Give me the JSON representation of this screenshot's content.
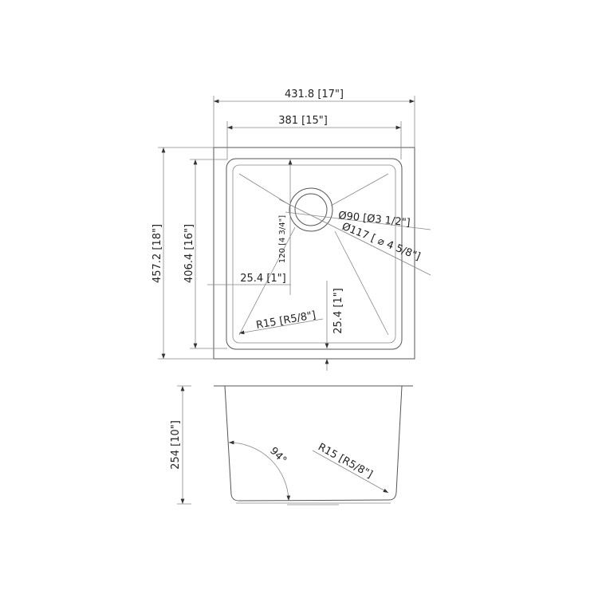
{
  "top_view": {
    "overall_width": "431.8  [17\"]",
    "bowl_width": "381 [15\"]",
    "overall_length": "457.2 [18\"]",
    "bowl_length": "406.4 [16\"]",
    "side_offset": "25.4 [1\"]",
    "drain_offset": "120 [4 3/4\"]",
    "drain_diameter": "Ø90 [Ø3 1/2\"]",
    "flange_diameter": "Ø117 [ ⌀ 4 5/8\"]",
    "corner_radius": "R15 [R5/8\"]",
    "bottom_offset": "25.4 [1\"]"
  },
  "side_view": {
    "depth": "254 [10\"]",
    "wall_angle": "94°",
    "corner_radius": "R15 [R5/8\"]"
  }
}
